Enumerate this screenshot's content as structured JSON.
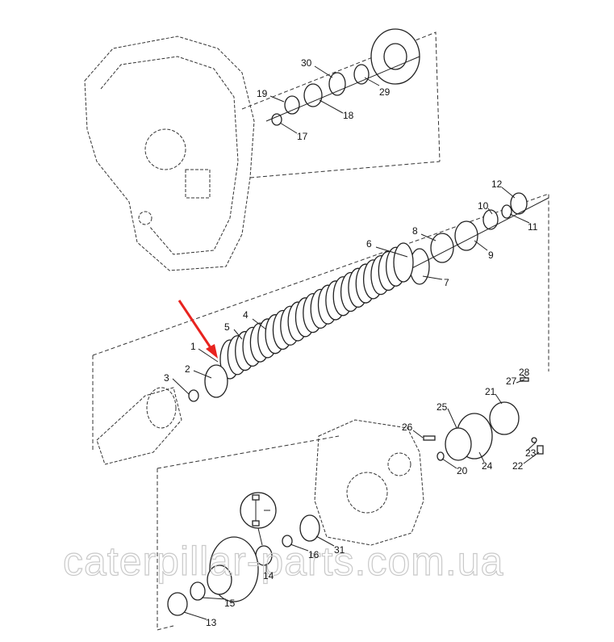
{
  "diagram": {
    "labels": [
      "30",
      "19",
      "29",
      "18",
      "17",
      "12",
      "10",
      "11",
      "8",
      "9",
      "6",
      "7",
      "4",
      "5",
      "1",
      "2",
      "3",
      "28",
      "27",
      "21",
      "25",
      "26",
      "23",
      "20",
      "24",
      "22",
      "16",
      "31",
      "14",
      "15",
      "13"
    ],
    "watermark": "caterpillar-parts.com.ua",
    "arrow_color": "#e8231f"
  }
}
